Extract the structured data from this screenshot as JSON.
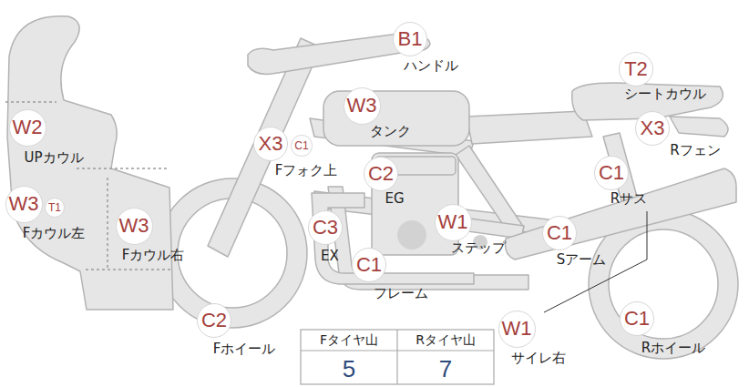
{
  "diagram": {
    "nodes": [
      {
        "text": [
          "B1",
          "ハンドル"
        ]
      },
      {
        "text": [
          "T2",
          "シートカウル"
        ]
      },
      {
        "text": [
          "W3",
          "タンク"
        ]
      },
      {
        "text": [
          "X3",
          "Rフェン"
        ]
      },
      {
        "text": [
          "W2",
          "UPカウル"
        ]
      },
      {
        "text": [
          "X3",
          "Fフォク上"
        ]
      },
      {
        "text": [
          "C1"
        ]
      },
      {
        "text": [
          "C1",
          "Rサス"
        ]
      },
      {
        "text": [
          "C2",
          "EG"
        ]
      },
      {
        "text": [
          "W3",
          "Fカウル左"
        ]
      },
      {
        "text": [
          "T1"
        ]
      },
      {
        "text": [
          "W3",
          "Fカウル右"
        ]
      },
      {
        "text": [
          "C3",
          "EX"
        ]
      },
      {
        "text": [
          "W1",
          "ステップ"
        ]
      },
      {
        "text": [
          "C1",
          "Sアーム"
        ]
      },
      {
        "text": [
          "C1",
          "フレーム"
        ]
      },
      {
        "text": [
          "C2",
          "Fホイール"
        ]
      },
      {
        "text": [
          "W1",
          "サイレ右"
        ]
      },
      {
        "text": [
          "C1",
          "Rホイール"
        ]
      }
    ],
    "labels": [
      "Fタイヤ山",
      "Rタイヤ山",
      "5",
      "7"
    ]
  }
}
